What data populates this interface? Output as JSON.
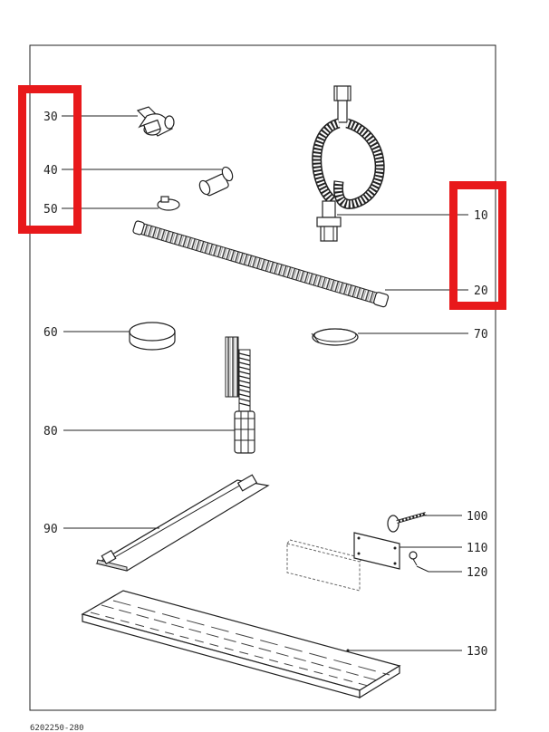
{
  "figure": {
    "drawing_code": "6202250-280",
    "highlight_color": "#e8191b",
    "labels": {
      "p10": "10",
      "p20": "20",
      "p30": "30",
      "p40": "40",
      "p50": "50",
      "p60": "60",
      "p70": "70",
      "p80": "80",
      "p90": "90",
      "p100": "100",
      "p110": "110",
      "p120": "120",
      "p130": "130"
    }
  }
}
